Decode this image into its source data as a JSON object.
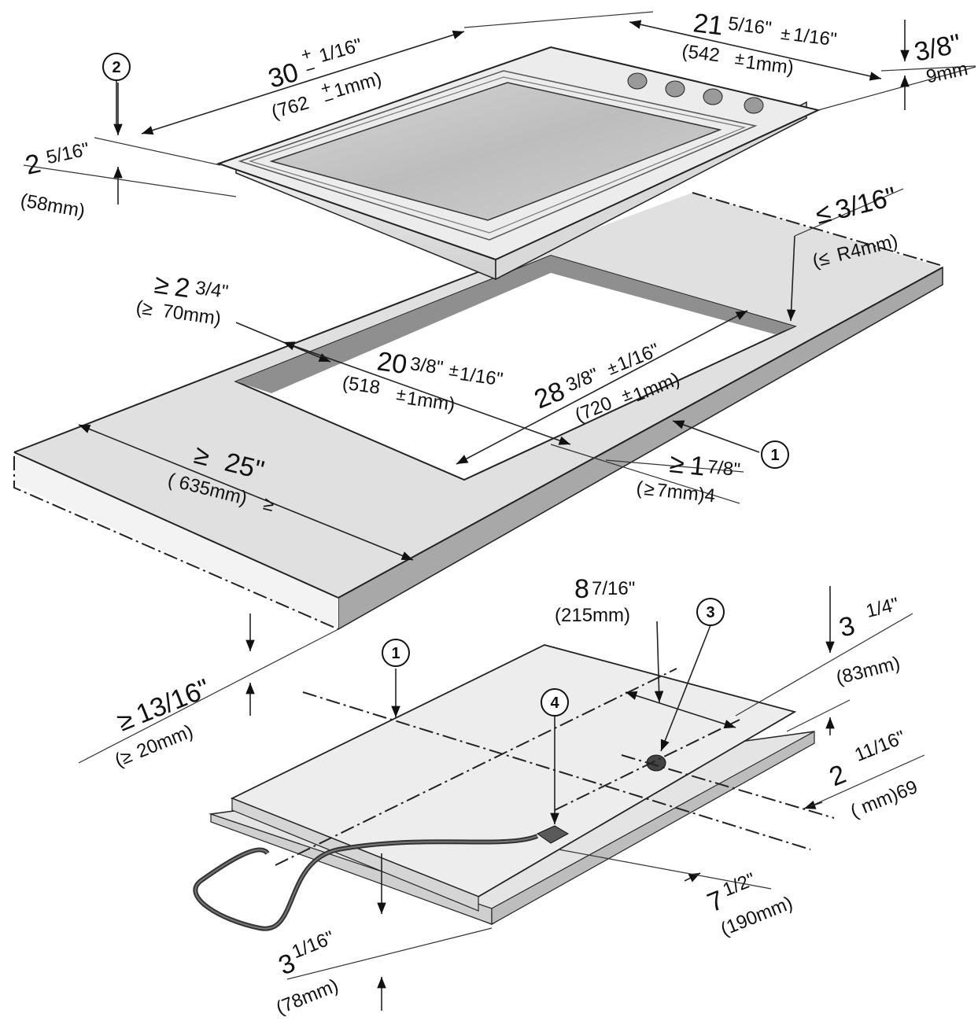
{
  "labels": {
    "d_top_width": "30",
    "d_top_width_tol": "1/16\"",
    "d_top_width_mm": "(762",
    "d_top_width_mm2": "1mm)",
    "d_top_depth": "21",
    "d_top_depth_frac": "5/16\"",
    "d_top_depth_tol": "1/16\"",
    "d_top_depth_mm": "(542",
    "d_top_depth_mm2": "1mm)",
    "d_thick": "3/8\"",
    "d_thick_mm": "9mm",
    "d_height": "2",
    "d_height_frac": "5/16\"",
    "d_height_mm": "(58mm)",
    "d_radius": "3/16\"",
    "d_radius_mm": "R4mm)",
    "d_back": "2",
    "d_back_frac": "3/4\"",
    "d_back_mm": "70mm)",
    "d_cut_depth": "20",
    "d_cut_depth_frac": "3/8\"",
    "d_cut_depth_tol": "1/16\"",
    "d_cut_depth_mm": "(518",
    "d_cut_depth_mm2": "1mm)",
    "d_cut_width": "28",
    "d_cut_width_frac": "3/8\"",
    "d_cut_width_tol": "1/16\"",
    "d_cut_width_mm": "(720",
    "d_cut_width_mm2": "1mm)",
    "d_counter": "25\"",
    "d_counter_mm": "( 635mm)",
    "d_front": "1",
    "d_front_frac": "7/8\"",
    "d_front_mm": "(",
    "d_front_mm2": "7mm)4",
    "d_min_clear": "13/16\"",
    "d_min_clear_mm": "20mm)",
    "d_b_87": "8",
    "d_b_87_frac": "7/16\"",
    "d_b_87_mm": "(215mm)",
    "d_b_31": "3",
    "d_b_31_frac": "1/4\"",
    "d_b_31_mm": "(83mm)",
    "d_b_211": "2",
    "d_b_211_frac": "11/16\"",
    "d_b_211_mm": "( mm)69",
    "d_b_71": "7",
    "d_b_71_frac": "1/2\"",
    "d_b_71_mm": "(190mm)",
    "d_b_3": "3",
    "d_b_3_frac": "1/16\"",
    "d_b_3_mm": "(78mm)"
  },
  "callouts": {
    "c1": "1",
    "c2": "2",
    "c3": "3",
    "c4": "4",
    "c1b": "1"
  },
  "colors": {
    "metal": "#e6e6e6",
    "glass": "#c8c8c8",
    "counter": "#dedede",
    "edge_dark": "#9a9a9a",
    "line": "#222222"
  }
}
